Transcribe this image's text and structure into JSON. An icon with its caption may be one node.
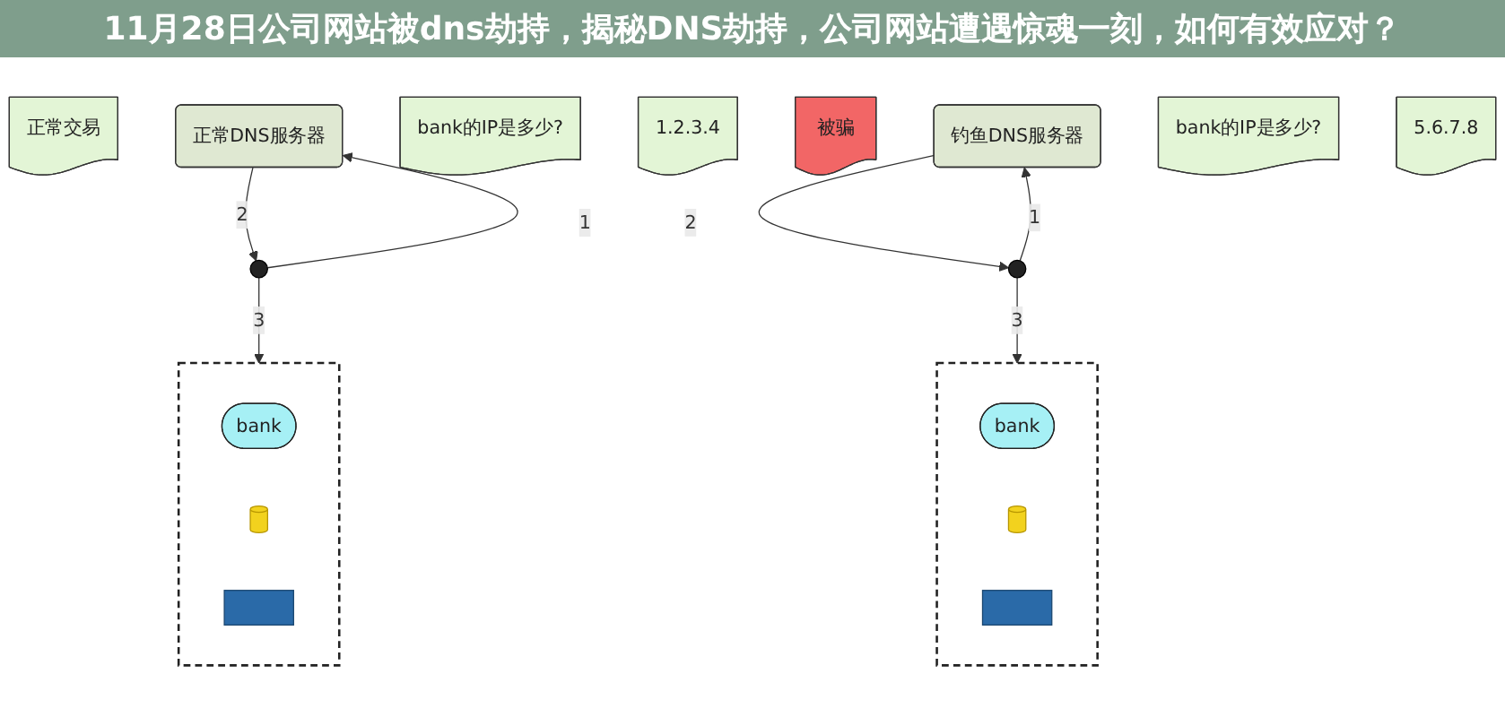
{
  "diagram": {
    "title": "11月28日公司网站被dns劫持，揭秘DNS劫持，公司网站遭遇惊魂一刻，如何有效应对？",
    "nodes": [
      {
        "text": [],
        "shape": "box"
      },
      {
        "text": [
          "bank"
        ],
        "in": 0
      },
      {
        "text": [],
        "shape": "cylinder",
        "in": 0
      },
      {
        "text": [],
        "shape": "box",
        "in": 0
      },
      {
        "text": [
          "正常交易"
        ]
      },
      {
        "text": [
          "正常DNS服务器"
        ]
      },
      {
        "text": [
          "bank的IP是多少?"
        ]
      },
      {
        "text": [
          "1.2.3.4"
        ]
      },
      {
        "text": [],
        "shape": "person"
      },
      {
        "text": [],
        "shape": "box"
      },
      {
        "text": [
          "bank"
        ],
        "in": 9
      },
      {
        "text": [],
        "shape": "cylinder",
        "in": 9
      },
      {
        "text": [],
        "shape": "box",
        "in": 9
      },
      {
        "text": [
          "被骗"
        ]
      },
      {
        "text": [
          "钓鱼DNS服务器"
        ]
      },
      {
        "text": [
          "bank的IP是多少?"
        ]
      },
      {
        "text": [
          "5.6.7.8"
        ]
      },
      {
        "text": [],
        "shape": "person"
      }
    ],
    "edges": [
      {
        "from": 8,
        "to": 5,
        "arrow": "to",
        "label": "1"
      },
      {
        "from": 5,
        "to": 8,
        "arrow": "to",
        "label": "2"
      },
      {
        "from": 8,
        "to": 0,
        "arrow": "to",
        "label": "3"
      },
      {
        "from": 17,
        "to": 14,
        "arrow": "to",
        "label": "1"
      },
      {
        "from": 14,
        "to": 17,
        "arrow": "to",
        "label": "2"
      },
      {
        "from": 17,
        "to": 9,
        "arrow": "to",
        "label": "3"
      }
    ]
  }
}
